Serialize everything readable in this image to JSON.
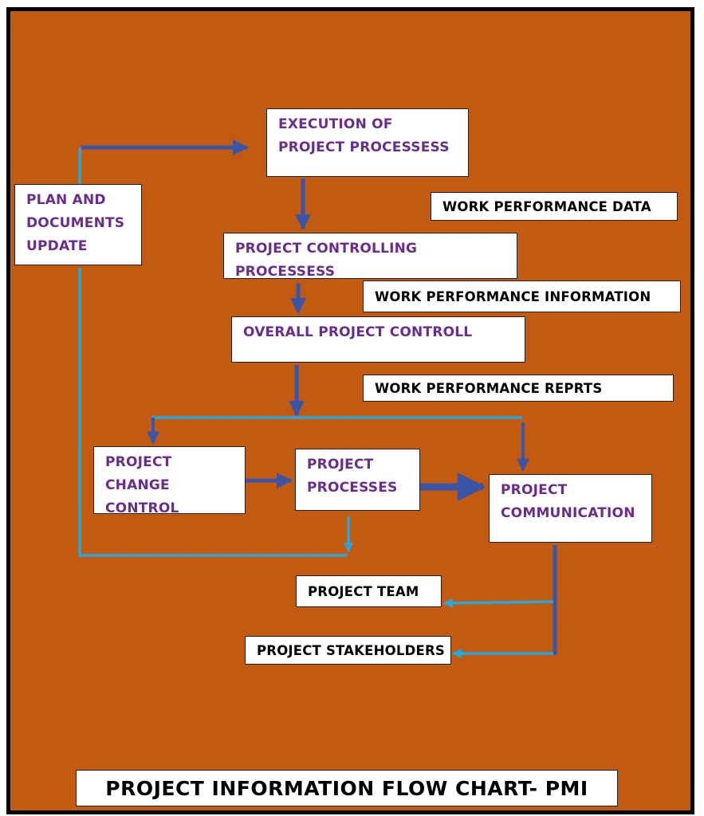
{
  "boxes": {
    "execution": "EXECUTION OF PROJECT PROCESSESS",
    "plan_documents": "PLAN AND DOCUMENTS UPDATE",
    "controlling": "PROJECT CONTROLLING PROCESSESS",
    "overall_control": "OVERALL PROJECT CONTROLL",
    "change_control": "PROJECT CHANGE CONTROL",
    "processes": "PROJECT PROCESSES",
    "communication": "PROJECT COMMUNICATION"
  },
  "labels": {
    "work_performance_data": "WORK  PERFORMANCE DATA",
    "work_performance_information": "WORK PERFORMANCE INFORMATION",
    "work_performance_reports": "WORK  PERFORMANCE  REPRTS",
    "project_team": "PROJECT TEAM",
    "project_stakeholders": "PROJECT STAKEHOLDERS"
  },
  "title": "PROJECT INFORMATION FLOW CHART- PMI",
  "colors": {
    "background": "#c25a12",
    "frame": "#000000",
    "process_text": "#6a2d8c",
    "flow_arrow": "#3a55a8",
    "feedback_line": "#2aa6dc"
  }
}
